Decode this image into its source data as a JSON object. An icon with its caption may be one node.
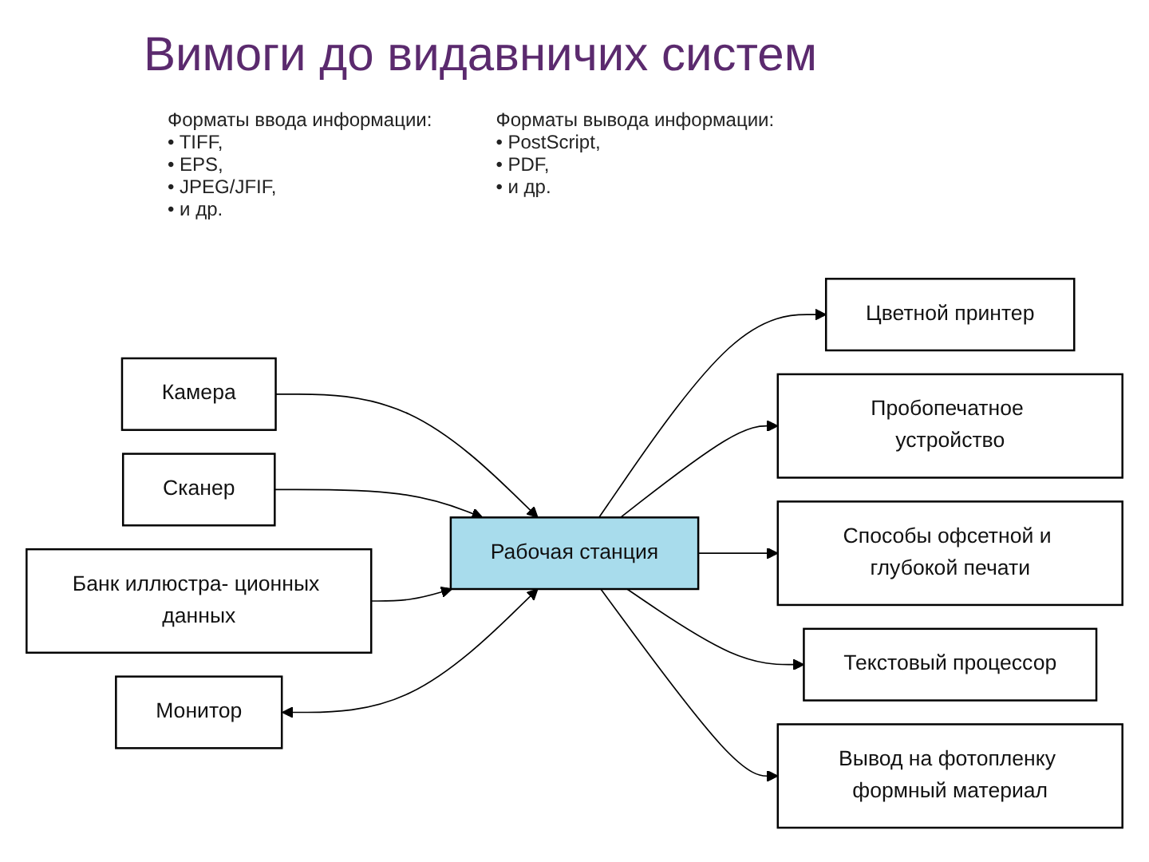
{
  "diagram": {
    "title": "Вимоги до видавничих систем",
    "nodes": [
      {
        "text": [
          "Монитор"
        ]
      },
      {
        "text": [
          "Камера"
        ]
      },
      {
        "text": [
          "Цветной принтер"
        ]
      },
      {
        "text": [
          "Сканер"
        ]
      },
      {
        "text": [
          "Рабочая станция"
        ]
      },
      {
        "text": [
          "Пробопечатное устройство"
        ]
      },
      {
        "text": [
          "Банк иллюстра- ционных данных"
        ]
      },
      {
        "text": [
          "Способы офсетной и глубокой печати"
        ]
      },
      {
        "text": [
          "Текстовый процессор"
        ]
      },
      {
        "text": [
          "Вывод на фотопленку формный материал"
        ]
      }
    ],
    "edges": [
      {
        "from": 1,
        "to": 4,
        "arrow": "to"
      },
      {
        "from": 3,
        "to": 4,
        "arrow": "to"
      },
      {
        "from": 6,
        "to": 4,
        "arrow": "to"
      },
      {
        "from": 0,
        "to": 4,
        "arrow": "both"
      },
      {
        "from": 4,
        "to": 2,
        "arrow": "to"
      },
      {
        "from": 4,
        "to": 5,
        "arrow": "to"
      },
      {
        "from": 4,
        "to": 7,
        "arrow": "to"
      },
      {
        "from": 4,
        "to": 8,
        "arrow": "to"
      },
      {
        "from": 4,
        "to": 9,
        "arrow": "to"
      }
    ],
    "labels": [
      "Форматы ввода информации:",
      "• TIFF,",
      "• EPS,",
      "• JPEG/JFIF,",
      "• и др.",
      "Форматы вывода информации:",
      "• PostScript,",
      "• PDF,",
      "• и др."
    ]
  }
}
